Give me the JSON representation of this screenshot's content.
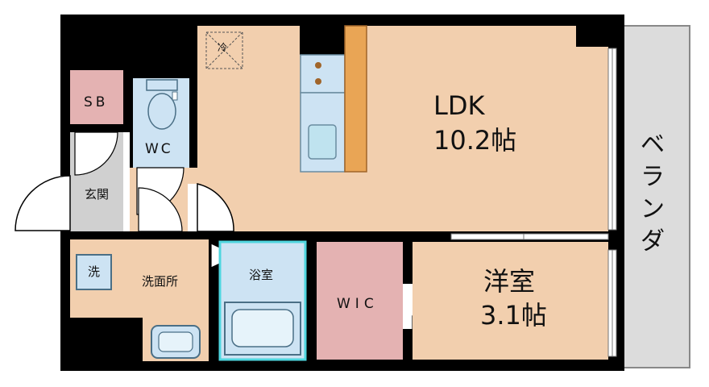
{
  "rooms": {
    "ldk_name": "LDK",
    "ldk_size": "10.2帖",
    "western_name": "洋室",
    "western_size": "3.1帖",
    "balcony": [
      "ベ",
      "ラ",
      "ン",
      "ダ"
    ],
    "sb": "SB",
    "wc": "WC",
    "entrance": "玄関",
    "washroom": "洗面所",
    "bath": "浴室",
    "wic": "WIC",
    "washer": "洗",
    "fridge": "冷"
  },
  "colors": {
    "wall": "#000000",
    "ldk_floor": "#f2cfae",
    "western_floor": "#f2cfae",
    "wic_floor": "#e4b2b2",
    "sb_floor": "#e4b2b2",
    "wet_floor": "#cde3f3",
    "balcony_floor": "#dcdcdc",
    "counter": "#e9a555",
    "bath_outline": "#4fd6df",
    "entrance_floor": "#d0d0d0"
  }
}
